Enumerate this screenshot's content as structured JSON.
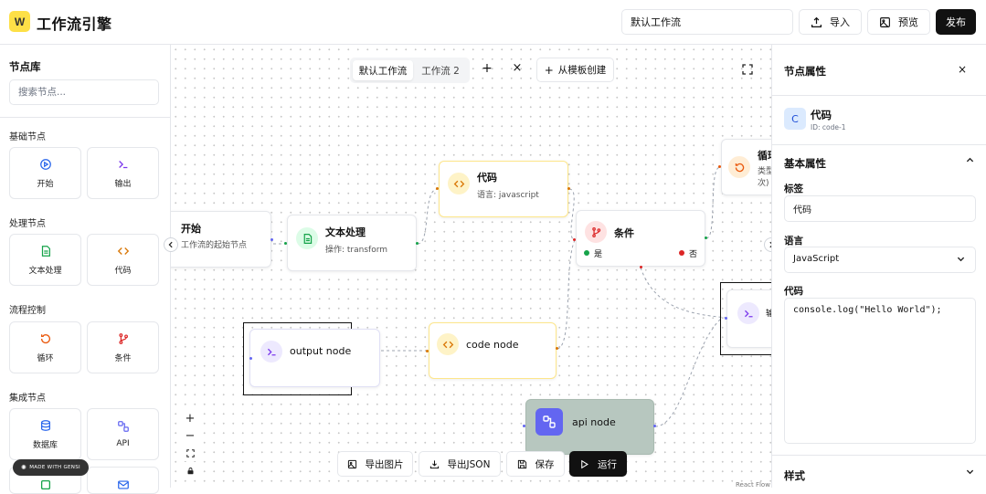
{
  "header": {
    "logo_letter": "W",
    "app_title": "工作流引擎",
    "workflow_name": "默认工作流",
    "import_label": "导入",
    "preview_label": "预览",
    "publish_label": "发布"
  },
  "sidebar": {
    "title": "节点库",
    "search_placeholder": "搜索节点...",
    "categories": [
      {
        "name": "基础节点",
        "items": [
          {
            "label": "开始",
            "icon": "play-icon"
          },
          {
            "label": "输出",
            "icon": "terminal-icon"
          }
        ]
      },
      {
        "name": "处理节点",
        "items": [
          {
            "label": "文本处理",
            "icon": "file-text-icon"
          },
          {
            "label": "代码",
            "icon": "code-icon"
          }
        ]
      },
      {
        "name": "流程控制",
        "items": [
          {
            "label": "循环",
            "icon": "loop-icon"
          },
          {
            "label": "条件",
            "icon": "branch-icon"
          }
        ]
      },
      {
        "name": "集成节点",
        "items": [
          {
            "label": "数据库",
            "icon": "database-icon"
          },
          {
            "label": "API",
            "icon": "api-icon"
          }
        ]
      }
    ],
    "made_with": "MADE WITH GENSI"
  },
  "canvas": {
    "tabs": [
      "默认工作流",
      "工作流 2"
    ],
    "add_tab": "+",
    "close_tab": "×",
    "template_button": "从模板创建",
    "nodes": {
      "start": {
        "title": "开始",
        "subtitle": "工作流的起始节点"
      },
      "text": {
        "title": "文本处理",
        "subtitle": "操作: transform"
      },
      "code": {
        "title": "代码",
        "subtitle": "语言: javascript"
      },
      "condition": {
        "title": "条件",
        "true_label": "是",
        "false_label": "否"
      },
      "loop": {
        "title": "循环",
        "subtitle": "类型",
        "subtitle2": "次)"
      },
      "output": {
        "title": "output node"
      },
      "code_node": {
        "title": "code node"
      },
      "api": {
        "title": "api node"
      },
      "terminal": {
        "title": "输"
      }
    },
    "zoom_in": "+",
    "zoom_out": "−",
    "bottom": {
      "export_image": "导出图片",
      "export_json": "导出JSON",
      "save": "保存",
      "run": "运行"
    },
    "attribution": "React Flow"
  },
  "panel": {
    "title": "节点属性",
    "close": "×",
    "badge": "C",
    "node_name": "代码",
    "node_id": "ID: code-1",
    "basic_section": "基本属性",
    "label_label": "标签",
    "label_value": "代码",
    "lang_label": "语言",
    "lang_value": "JavaScript",
    "code_label": "代码",
    "code_value": "console.log(\"Hello World\");",
    "style_section": "样式"
  },
  "colors": {
    "accent_yellow": "#fde047",
    "green": "#16a34a",
    "amber": "#d97706",
    "red": "#dc2626",
    "indigo": "#6366f1",
    "orange": "#ea580c"
  }
}
